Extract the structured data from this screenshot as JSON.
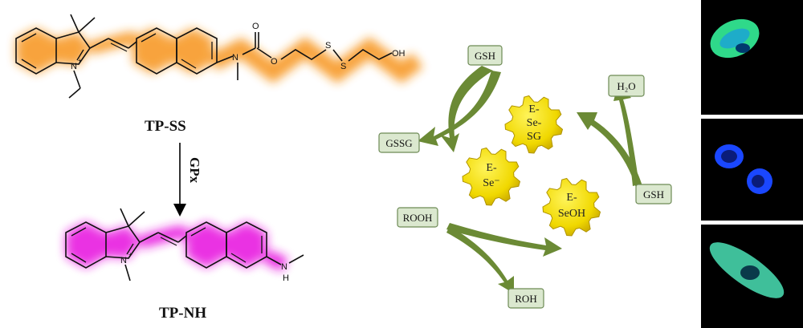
{
  "molecules": {
    "top": {
      "name": "TP-SS",
      "glow_color": "#f7941d",
      "atoms": {
        "n": "N",
        "plus": "+",
        "carbonyl_o": "O",
        "ester_o": "O",
        "n_amide": "N",
        "s1": "S",
        "s2": "S",
        "oh": "OH"
      }
    },
    "bottom": {
      "name": "TP-NH",
      "glow_color": "#e81ee0",
      "atoms": {
        "n": "N",
        "plus": "+",
        "nh_n": "N",
        "nh_h": "H"
      }
    },
    "enzyme_label": "GPx"
  },
  "cycle": {
    "boxes": {
      "gsh_top": "GSH",
      "h2o": "H₂O",
      "gssg": "GSSG",
      "gsh_right": "GSH",
      "rooh": "ROOH",
      "roh": "ROH"
    },
    "gears": {
      "e_se_sg": [
        "E-",
        "Se-",
        "SG"
      ],
      "e_se_minus": [
        "E-",
        "Se⁻"
      ],
      "e_seoh": [
        "E-",
        "SeOH"
      ]
    },
    "box_fill": "#dbe8cf",
    "box_stroke": "#6d8a55",
    "arrow_color": "#6b8a35",
    "gear_color": "#f0d800"
  },
  "cell_images": {
    "panel_count": 3,
    "background": "#000000",
    "cell_colors": [
      "#2fd98a",
      "#1a47ff",
      "#3fbf9a"
    ]
  }
}
